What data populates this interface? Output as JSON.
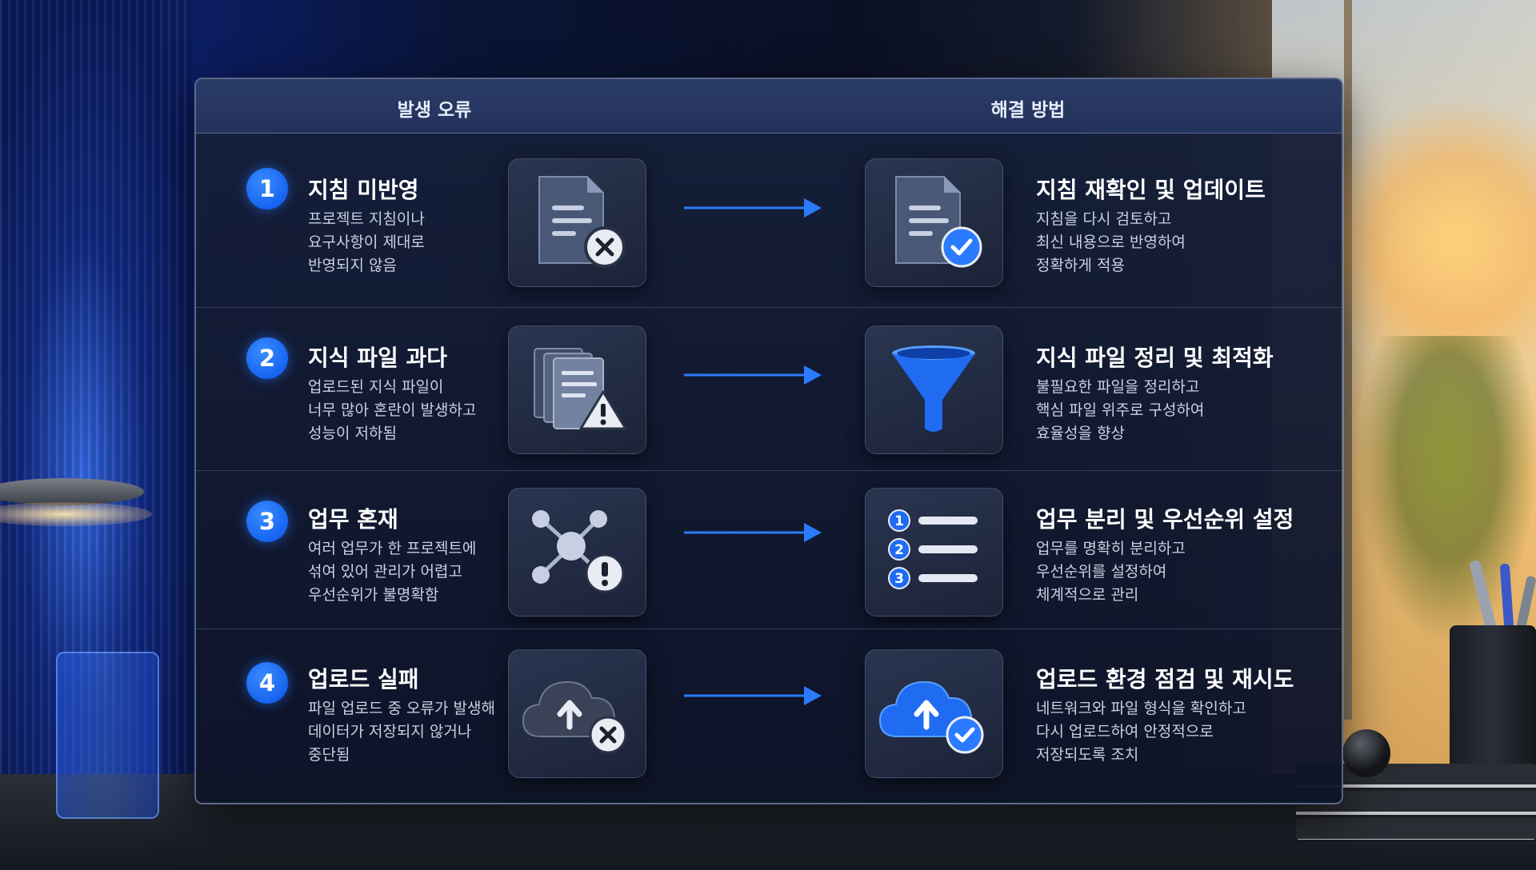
{
  "header": {
    "left": "발생 오류",
    "right": "해결 방법"
  },
  "rows": [
    {
      "number": "1",
      "error_title": "지침 미반영",
      "error_desc": [
        "프로젝트 지침이나",
        "요구사항이 제대로",
        "반영되지 않음"
      ],
      "error_icon": "document-x-icon",
      "solution_title": "지침 재확인 및 업데이트",
      "solution_desc": [
        "지침을 다시 검토하고",
        "최신 내용으로 반영하여",
        "정확하게 적용"
      ],
      "solution_icon": "document-check-icon"
    },
    {
      "number": "2",
      "error_title": "지식 파일 과다",
      "error_desc": [
        "업로드된 지식 파일이",
        "너무 많아 혼란이 발생하고",
        "성능이 저하됨"
      ],
      "error_icon": "stacked-files-warning-icon",
      "solution_title": "지식 파일 정리 및 최적화",
      "solution_desc": [
        "불필요한 파일을 정리하고",
        "핵심 파일 위주로 구성하여",
        "효율성을 향상"
      ],
      "solution_icon": "funnel-icon"
    },
    {
      "number": "3",
      "error_title": "업무 혼재",
      "error_desc": [
        "여러 업무가 한 프로젝트에",
        "섞여 있어 관리가 어렵고",
        "우선순위가 불명확함"
      ],
      "error_icon": "network-alert-icon",
      "solution_title": "업무 분리 및 우선순위 설정",
      "solution_desc": [
        "업무를 명확히 분리하고",
        "우선순위를 설정하여",
        "체계적으로 관리"
      ],
      "solution_icon": "numbered-list-icon"
    },
    {
      "number": "4",
      "error_title": "업로드 실패",
      "error_desc": [
        "파일 업로드 중 오류가 발생해",
        "데이터가 저장되지 않거나",
        "중단됨"
      ],
      "error_icon": "cloud-upload-x-icon",
      "solution_title": "업로드 환경 점검 및 재시도",
      "solution_desc": [
        "네트워크와 파일 형식을 확인하고",
        "다시 업로드하여 안정적으로",
        "저장되도록 조치"
      ],
      "solution_icon": "cloud-upload-check-icon"
    }
  ],
  "list_icon_numbers": [
    "1",
    "2",
    "3"
  ],
  "colors": {
    "accent_blue": "#1664f0",
    "panel_bg": "#16203a",
    "header_bg": "#263760"
  }
}
